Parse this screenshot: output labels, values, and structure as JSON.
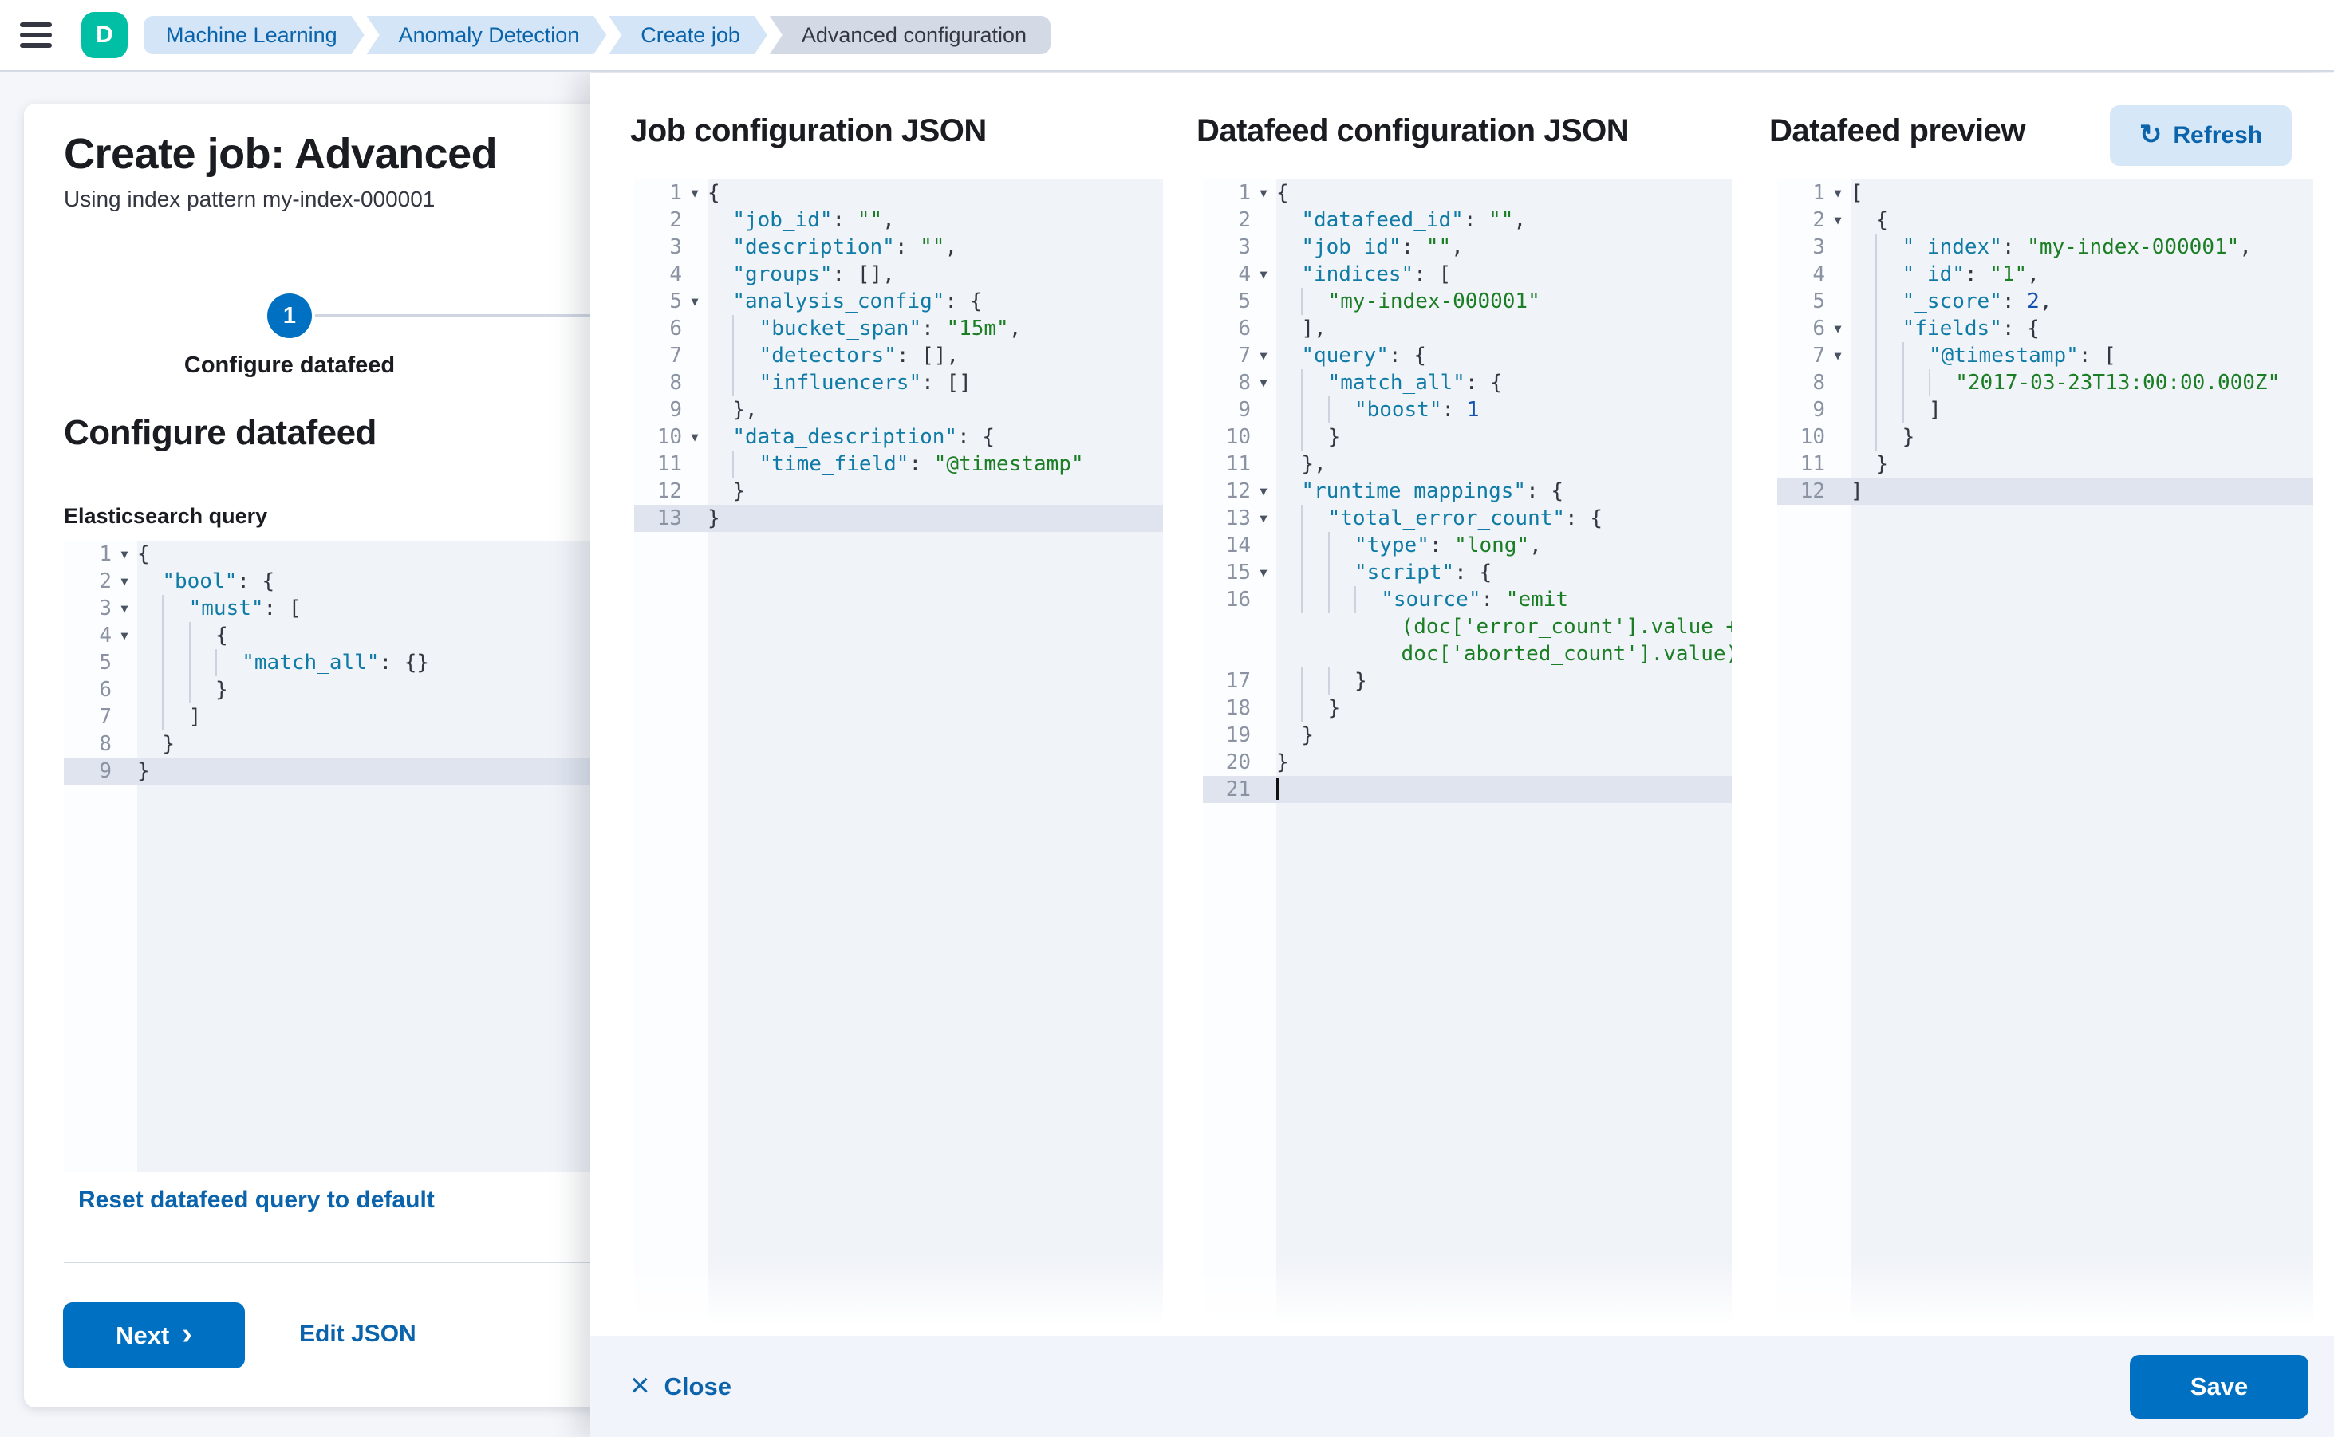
{
  "topbar": {
    "avatar_initial": "D",
    "breadcrumbs": [
      {
        "label": "Machine Learning"
      },
      {
        "label": "Anomaly Detection"
      },
      {
        "label": "Create job"
      },
      {
        "label": "Advanced configuration"
      }
    ]
  },
  "wizard": {
    "title": "Create job: Advanced",
    "subtitle": "Using index pattern my-index-000001",
    "step_number": "1",
    "step_label": "Configure datafeed",
    "section_heading": "Configure datafeed",
    "query_label": "Elasticsearch query",
    "reset_link": "Reset datafeed query to default",
    "next_label": "Next",
    "edit_json_label": "Edit JSON"
  },
  "flyout": {
    "col1_title": "Job configuration JSON",
    "col2_title": "Datafeed configuration JSON",
    "col3_title": "Datafeed preview",
    "refresh_label": "Refresh",
    "close_label": "Close",
    "save_label": "Save"
  },
  "icons": {
    "refresh_glyph": "↻",
    "close_glyph": "×",
    "next_chevron_glyph": "›"
  },
  "colors": {
    "accent": "#0071c2",
    "link": "#0b64ab",
    "avatar": "#00bfa5",
    "code_key": "#0f7ba6",
    "code_string": "#1b7e24",
    "code_number": "#1250b0",
    "active_line": "#dfe4ee"
  },
  "editors": {
    "fold_glyph": "▼",
    "es_query": {
      "lines": [
        {
          "n": 1,
          "fold": true,
          "i": 0,
          "t": [
            [
              "p",
              "{"
            ]
          ]
        },
        {
          "n": 2,
          "fold": true,
          "i": 2,
          "t": [
            [
              "k",
              "\"bool\""
            ],
            [
              "p",
              ": {"
            ]
          ]
        },
        {
          "n": 3,
          "fold": true,
          "i": 4,
          "t": [
            [
              "k",
              "\"must\""
            ],
            [
              "p",
              ": ["
            ]
          ]
        },
        {
          "n": 4,
          "fold": true,
          "i": 6,
          "t": [
            [
              "p",
              "{"
            ]
          ]
        },
        {
          "n": 5,
          "i": 8,
          "t": [
            [
              "k",
              "\"match_all\""
            ],
            [
              "p",
              ": {}"
            ]
          ]
        },
        {
          "n": 6,
          "i": 6,
          "t": [
            [
              "p",
              "}"
            ]
          ]
        },
        {
          "n": 7,
          "i": 4,
          "t": [
            [
              "p",
              "]"
            ]
          ]
        },
        {
          "n": 8,
          "i": 2,
          "t": [
            [
              "p",
              "}"
            ]
          ]
        },
        {
          "n": 9,
          "i": 0,
          "a": true,
          "t": [
            [
              "p",
              "}"
            ]
          ]
        }
      ]
    },
    "job_config": {
      "lines": [
        {
          "n": 1,
          "fold": true,
          "i": 0,
          "t": [
            [
              "p",
              "{"
            ]
          ]
        },
        {
          "n": 2,
          "i": 2,
          "t": [
            [
              "k",
              "\"job_id\""
            ],
            [
              "p",
              ": "
            ],
            [
              "s",
              "\"\""
            ],
            [
              "p",
              ","
            ]
          ]
        },
        {
          "n": 3,
          "i": 2,
          "t": [
            [
              "k",
              "\"description\""
            ],
            [
              "p",
              ": "
            ],
            [
              "s",
              "\"\""
            ],
            [
              "p",
              ","
            ]
          ]
        },
        {
          "n": 4,
          "i": 2,
          "t": [
            [
              "k",
              "\"groups\""
            ],
            [
              "p",
              ": [],"
            ]
          ]
        },
        {
          "n": 5,
          "fold": true,
          "i": 2,
          "t": [
            [
              "k",
              "\"analysis_config\""
            ],
            [
              "p",
              ": {"
            ]
          ]
        },
        {
          "n": 6,
          "i": 4,
          "t": [
            [
              "k",
              "\"bucket_span\""
            ],
            [
              "p",
              ": "
            ],
            [
              "s",
              "\"15m\""
            ],
            [
              "p",
              ","
            ]
          ]
        },
        {
          "n": 7,
          "i": 4,
          "t": [
            [
              "k",
              "\"detectors\""
            ],
            [
              "p",
              ": [],"
            ]
          ]
        },
        {
          "n": 8,
          "i": 4,
          "t": [
            [
              "k",
              "\"influencers\""
            ],
            [
              "p",
              ": []"
            ]
          ]
        },
        {
          "n": 9,
          "i": 2,
          "t": [
            [
              "p",
              "},"
            ]
          ]
        },
        {
          "n": 10,
          "fold": true,
          "i": 2,
          "t": [
            [
              "k",
              "\"data_description\""
            ],
            [
              "p",
              ": {"
            ]
          ]
        },
        {
          "n": 11,
          "i": 4,
          "t": [
            [
              "k",
              "\"time_field\""
            ],
            [
              "p",
              ": "
            ],
            [
              "s",
              "\"@timestamp\""
            ]
          ]
        },
        {
          "n": 12,
          "i": 2,
          "t": [
            [
              "p",
              "}"
            ]
          ]
        },
        {
          "n": 13,
          "i": 0,
          "a": true,
          "t": [
            [
              "p",
              "}"
            ]
          ]
        }
      ]
    },
    "datafeed_config": {
      "lines": [
        {
          "n": 1,
          "fold": true,
          "i": 0,
          "t": [
            [
              "p",
              "{"
            ]
          ]
        },
        {
          "n": 2,
          "i": 2,
          "t": [
            [
              "k",
              "\"datafeed_id\""
            ],
            [
              "p",
              ": "
            ],
            [
              "s",
              "\"\""
            ],
            [
              "p",
              ","
            ]
          ]
        },
        {
          "n": 3,
          "i": 2,
          "t": [
            [
              "k",
              "\"job_id\""
            ],
            [
              "p",
              ": "
            ],
            [
              "s",
              "\"\""
            ],
            [
              "p",
              ","
            ]
          ]
        },
        {
          "n": 4,
          "fold": true,
          "i": 2,
          "t": [
            [
              "k",
              "\"indices\""
            ],
            [
              "p",
              ": ["
            ]
          ]
        },
        {
          "n": 5,
          "i": 4,
          "t": [
            [
              "s",
              "\"my-index-000001\""
            ]
          ]
        },
        {
          "n": 6,
          "i": 2,
          "t": [
            [
              "p",
              "],"
            ]
          ]
        },
        {
          "n": 7,
          "fold": true,
          "i": 2,
          "t": [
            [
              "k",
              "\"query\""
            ],
            [
              "p",
              ": {"
            ]
          ]
        },
        {
          "n": 8,
          "fold": true,
          "i": 4,
          "t": [
            [
              "k",
              "\"match_all\""
            ],
            [
              "p",
              ": {"
            ]
          ]
        },
        {
          "n": 9,
          "i": 6,
          "t": [
            [
              "k",
              "\"boost\""
            ],
            [
              "p",
              ": "
            ],
            [
              "n",
              "1"
            ]
          ]
        },
        {
          "n": 10,
          "i": 4,
          "t": [
            [
              "p",
              "}"
            ]
          ]
        },
        {
          "n": 11,
          "i": 2,
          "t": [
            [
              "p",
              "},"
            ]
          ]
        },
        {
          "n": 12,
          "fold": true,
          "i": 2,
          "t": [
            [
              "k",
              "\"runtime_mappings\""
            ],
            [
              "p",
              ": {"
            ]
          ]
        },
        {
          "n": 13,
          "fold": true,
          "i": 4,
          "t": [
            [
              "k",
              "\"total_error_count\""
            ],
            [
              "p",
              ": {"
            ]
          ]
        },
        {
          "n": 14,
          "i": 6,
          "t": [
            [
              "k",
              "\"type\""
            ],
            [
              "p",
              ": "
            ],
            [
              "s",
              "\"long\""
            ],
            [
              "p",
              ","
            ]
          ]
        },
        {
          "n": 15,
          "fold": true,
          "i": 6,
          "t": [
            [
              "k",
              "\"script\""
            ],
            [
              "p",
              ": {"
            ]
          ]
        },
        {
          "n": 16,
          "i": 8,
          "t": [
            [
              "k",
              "\"source\""
            ],
            [
              "p",
              ": "
            ],
            [
              "s",
              "\"emit"
            ]
          ]
        },
        {
          "n": null,
          "i": 0,
          "t": [
            [
              "p",
              "          "
            ],
            [
              "s",
              "(doc['error_count'].value +"
            ]
          ]
        },
        {
          "n": null,
          "i": 0,
          "t": [
            [
              "p",
              "          "
            ],
            [
              "s",
              "doc['aborted_count'].value)\""
            ]
          ]
        },
        {
          "n": 17,
          "i": 6,
          "t": [
            [
              "p",
              "}"
            ]
          ]
        },
        {
          "n": 18,
          "i": 4,
          "t": [
            [
              "p",
              "}"
            ]
          ]
        },
        {
          "n": 19,
          "i": 2,
          "t": [
            [
              "p",
              "}"
            ]
          ]
        },
        {
          "n": 20,
          "i": 0,
          "t": [
            [
              "p",
              "}"
            ]
          ]
        },
        {
          "n": 21,
          "i": 0,
          "a": true,
          "cursor": true,
          "t": []
        }
      ]
    },
    "preview": {
      "lines": [
        {
          "n": 1,
          "fold": true,
          "i": 0,
          "t": [
            [
              "p",
              "["
            ]
          ]
        },
        {
          "n": 2,
          "fold": true,
          "i": 2,
          "t": [
            [
              "p",
              "{"
            ]
          ]
        },
        {
          "n": 3,
          "i": 4,
          "t": [
            [
              "k",
              "\"_index\""
            ],
            [
              "p",
              ": "
            ],
            [
              "s",
              "\"my-index-000001\""
            ],
            [
              "p",
              ","
            ]
          ]
        },
        {
          "n": 4,
          "i": 4,
          "t": [
            [
              "k",
              "\"_id\""
            ],
            [
              "p",
              ": "
            ],
            [
              "s",
              "\"1\""
            ],
            [
              "p",
              ","
            ]
          ]
        },
        {
          "n": 5,
          "i": 4,
          "t": [
            [
              "k",
              "\"_score\""
            ],
            [
              "p",
              ": "
            ],
            [
              "n",
              "2"
            ],
            [
              "p",
              ","
            ]
          ]
        },
        {
          "n": 6,
          "fold": true,
          "i": 4,
          "t": [
            [
              "k",
              "\"fields\""
            ],
            [
              "p",
              ": {"
            ]
          ]
        },
        {
          "n": 7,
          "fold": true,
          "i": 6,
          "t": [
            [
              "k",
              "\"@timestamp\""
            ],
            [
              "p",
              ": ["
            ]
          ]
        },
        {
          "n": 8,
          "i": 8,
          "t": [
            [
              "s",
              "\"2017-03-23T13:00:00.000Z\""
            ]
          ]
        },
        {
          "n": 9,
          "i": 6,
          "t": [
            [
              "p",
              "]"
            ]
          ]
        },
        {
          "n": 10,
          "i": 4,
          "t": [
            [
              "p",
              "}"
            ]
          ]
        },
        {
          "n": 11,
          "i": 2,
          "t": [
            [
              "p",
              "}"
            ]
          ]
        },
        {
          "n": 12,
          "i": 0,
          "a": true,
          "t": [
            [
              "p",
              "]"
            ]
          ]
        }
      ]
    }
  }
}
